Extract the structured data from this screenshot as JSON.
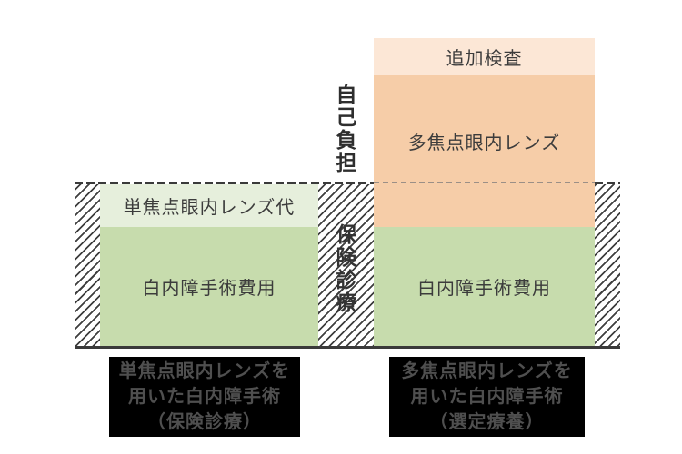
{
  "zones": {
    "self_pay": "自己負担",
    "insurance": "保険診療"
  },
  "left_bar": {
    "sections": {
      "lens": {
        "label": "単焦点眼内レンズ代",
        "color": "#e6efdc"
      },
      "surgery": {
        "label": "白内障手術費用",
        "color": "#c7dcad"
      }
    },
    "caption": "単焦点眼内レンズを\n用いた白内障手術\n（保険診療）"
  },
  "right_bar": {
    "sections": {
      "exam": {
        "label": "追加検査",
        "color": "#fce7d6"
      },
      "lens": {
        "label": "多焦点眼内レンズ",
        "color": "#f6cda8"
      },
      "surgery": {
        "label": "白内障手術費用",
        "color": "#c7dcad"
      }
    },
    "caption": "多焦点眼内レンズを\n用いた白内障手術\n（選定療養）"
  },
  "colors": {
    "light_green": "#e6efdc",
    "dark_green": "#c7dcad",
    "light_peach": "#fce7d6",
    "dark_peach": "#f6cda8",
    "hatch_line": "#3f3f3f",
    "band_border": "#3a3a3a",
    "section_text": "#3c3c3c",
    "caption_background": "#000000",
    "caption_text": "#4f4f4f",
    "boundary_dash": "#9b8f86"
  },
  "chart_data": {
    "type": "bar",
    "subtype": "stacked-conceptual-comparison",
    "categories": [
      "単焦点眼内レンズを用いた白内障手術（保険診療）",
      "多焦点眼内レンズを用いた白内障手術（選定療養）"
    ],
    "series": [
      {
        "name": "白内障手術費用",
        "values": [
          131,
          131
        ],
        "color": "#c7dcad"
      },
      {
        "name": "単焦点眼内レンズ代",
        "values": [
          47,
          0
        ],
        "color": "#e6efdc"
      },
      {
        "name": "多焦点眼内レンズ",
        "values": [
          0,
          167
        ],
        "color": "#f6cda8"
      },
      {
        "name": "追加検査",
        "values": [
          0,
          41
        ],
        "color": "#fce7d6"
      }
    ],
    "unit": "relative-height-px",
    "annotations": [
      "自己負担",
      "保険診療"
    ],
    "legend_position": "none",
    "grid": false
  }
}
